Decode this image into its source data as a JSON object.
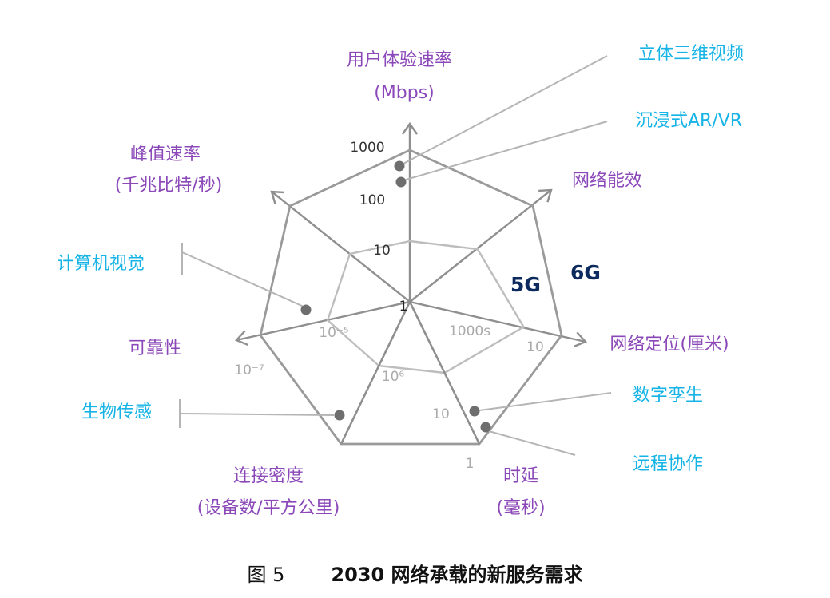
{
  "chart_data": {
    "type": "radar",
    "axes": [
      {
        "id": "user_rate",
        "label": "用户体验速率",
        "unit": "(Mbps)",
        "ticks": [
          "1",
          "10",
          "100",
          "1000"
        ]
      },
      {
        "id": "energy",
        "label": "网络能效",
        "unit": "",
        "ticks": []
      },
      {
        "id": "positioning",
        "label": "网络定位(厘米)",
        "unit": "",
        "ticks": [
          "10"
        ]
      },
      {
        "id": "latency",
        "label": "时延",
        "unit": "(毫秒)",
        "ticks": [
          "1",
          "10"
        ]
      },
      {
        "id": "density",
        "label": "连接密度",
        "unit": "(设备数/平方公里)",
        "ticks": [
          "10⁶"
        ]
      },
      {
        "id": "reliability",
        "label": "可靠性",
        "unit": "",
        "ticks": [
          "10⁻⁵",
          "10⁻⁷"
        ]
      },
      {
        "id": "peak_rate",
        "label": "峰值速率",
        "unit": "(千兆比特/秒)",
        "ticks": []
      }
    ],
    "series": [
      {
        "name": "5G",
        "values": [
          0.4,
          0.55,
          0.75,
          0.5,
          0.45,
          0.55,
          0.5
        ]
      },
      {
        "name": "6G",
        "values": [
          1.0,
          1.0,
          1.0,
          1.0,
          1.0,
          1.0,
          1.0
        ]
      }
    ],
    "extra_tick_labels": [
      "1000s"
    ],
    "callouts": [
      {
        "label": "立体三维视频"
      },
      {
        "label": "沉浸式AR/VR"
      },
      {
        "label": "计算机视觉"
      },
      {
        "label": "生物传感"
      },
      {
        "label": "数字孪生"
      },
      {
        "label": "远程协作"
      }
    ],
    "colors": {
      "axis_title": "#8b48b8",
      "callout": "#16b4e6",
      "generation": "#0c2a5e",
      "grid": "#9a9a9a",
      "dot": "#6e6e6e"
    }
  },
  "caption": {
    "figure": "图 5",
    "title": "2030 网络承载的新服务需求"
  }
}
